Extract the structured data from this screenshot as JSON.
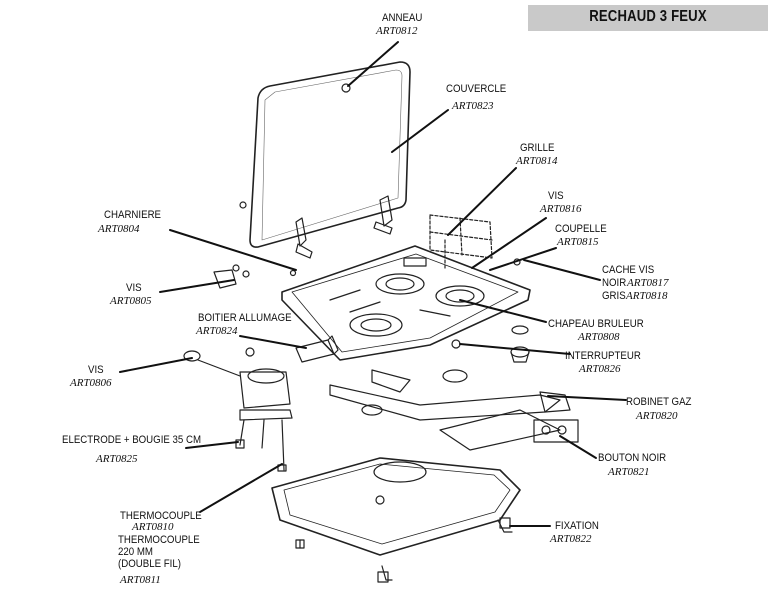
{
  "title": "RECHAUD 3 FEUX",
  "parts": {
    "anneau": {
      "name": "ANNEAU",
      "ref": "ART0812"
    },
    "couvercle": {
      "name": "COUVERCLE",
      "ref": "ART0823"
    },
    "grille": {
      "name": "GRILLE",
      "ref": "ART0814"
    },
    "vis_0816": {
      "name": "VIS",
      "ref": "ART0816"
    },
    "coupelle": {
      "name": "COUPELLE",
      "ref": "ART0815"
    },
    "charniere": {
      "name": "CHARNIERE",
      "ref": "ART0804"
    },
    "cache_vis": {
      "name": "CACHE VIS",
      "noir_label": "NOIR",
      "noir_ref": "ART0817",
      "gris_label": "GRIS",
      "gris_ref": "ART0818"
    },
    "vis_0805": {
      "name": "VIS",
      "ref": "ART0805"
    },
    "boitier": {
      "name": "BOITIER ALLUMAGE",
      "ref": "ART0824"
    },
    "chapeau": {
      "name": "CHAPEAU BRULEUR",
      "ref": "ART0808"
    },
    "interrupteur": {
      "name": "INTERRUPTEUR",
      "ref": "ART0826"
    },
    "vis_0806": {
      "name": "VIS",
      "ref": "ART0806"
    },
    "robinet": {
      "name": "ROBINET GAZ",
      "ref": "ART0820"
    },
    "electrode": {
      "name": "ELECTRODE + BOUGIE 35 CM",
      "ref": "ART0825"
    },
    "bouton": {
      "name": "BOUTON NOIR",
      "ref": "ART0821"
    },
    "fixation": {
      "name": "FIXATION",
      "ref": "ART0822"
    },
    "thermo_0810": {
      "name": "THERMOCOUPLE",
      "ref": "ART0810"
    },
    "thermo_0811": {
      "line1": "THERMOCOUPLE",
      "line2": "220 MM",
      "line3": "(DOUBLE FIL)",
      "ref": "ART0811"
    }
  }
}
